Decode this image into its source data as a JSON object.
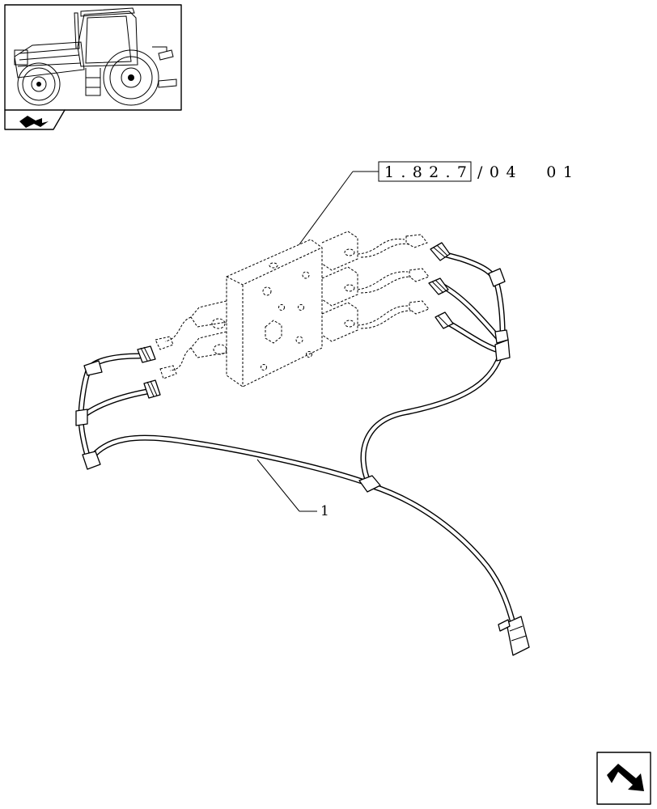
{
  "reference": {
    "boxed": "1.82.7",
    "suffix": "/04  01"
  },
  "callouts": [
    {
      "label": "1"
    }
  ],
  "icons": {
    "thumbnail": "tractor-icon",
    "nav_small": "page-arrow-icon",
    "nav_large": "next-page-arrow-icon"
  }
}
